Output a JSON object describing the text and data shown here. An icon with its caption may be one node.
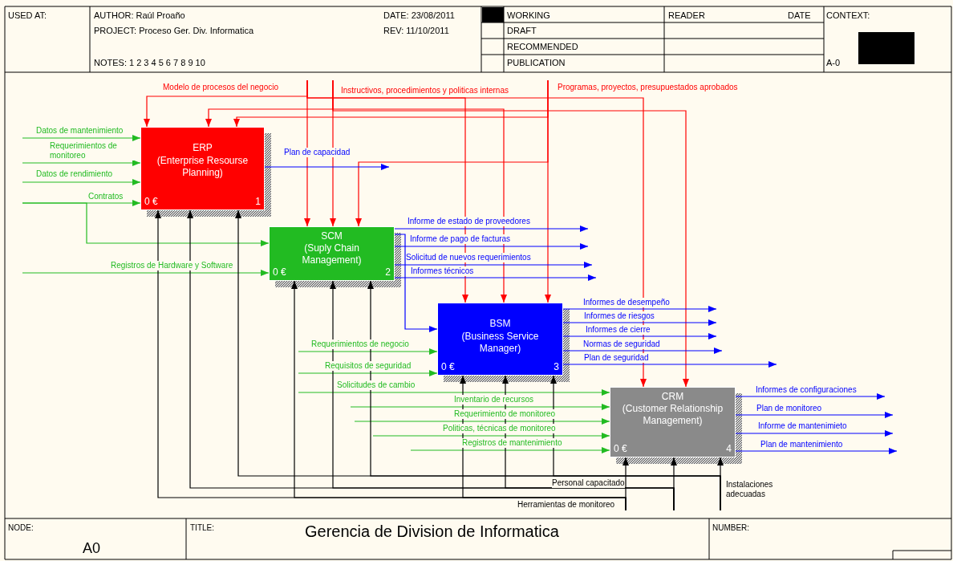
{
  "diagram": {
    "title": "Gerencia de Division de Informatica",
    "nodes": [
      {
        "text": [
          "ERP",
          "(Enterprise Resourse Planning)",
          "0 €",
          "1"
        ]
      },
      {
        "text": [
          "SCM",
          "(Suply Chain Management)",
          "0 €",
          "2"
        ]
      },
      {
        "text": [
          "BSM",
          "(Business Service Manager)",
          "0 €",
          "3"
        ]
      },
      {
        "text": [
          "CRM",
          "(Customer Relationship Management)",
          "0 €",
          "4"
        ]
      }
    ],
    "edges": [
      {
        "from": null,
        "to": 0,
        "arrow": "to",
        "label": "Modelo de procesos del negocio",
        "color": "#ff0000"
      },
      {
        "from": null,
        "to": 1,
        "arrow": "to",
        "color": "#ff0000"
      },
      {
        "from": null,
        "to": 2,
        "arrow": "to",
        "color": "#ff0000"
      },
      {
        "from": null,
        "to": 3,
        "arrow": "to",
        "color": "#ff0000"
      },
      {
        "from": null,
        "to": 0,
        "arrow": "to",
        "label": "Instructivos, procedimientos y politicas internas",
        "color": "#ff0000"
      },
      {
        "from": null,
        "to": 1,
        "arrow": "to",
        "color": "#ff0000"
      },
      {
        "from": null,
        "to": 2,
        "arrow": "to",
        "color": "#ff0000"
      },
      {
        "from": null,
        "to": 3,
        "arrow": "to",
        "color": "#ff0000"
      },
      {
        "from": null,
        "to": 0,
        "arrow": "to",
        "label": "Programas, proyectos, presupuestados aprobados",
        "color": "#ff0000"
      },
      {
        "from": null,
        "to": 1,
        "arrow": "to",
        "color": "#ff0000"
      },
      {
        "from": null,
        "to": 2,
        "arrow": "to",
        "color": "#ff0000"
      },
      {
        "from": null,
        "to": 0,
        "arrow": "to",
        "label": "Datos de mantenimiento",
        "color": "#22bb22"
      },
      {
        "from": null,
        "to": 0,
        "arrow": "to",
        "label": "Requerimientos de monitoreo",
        "color": "#22bb22"
      },
      {
        "from": null,
        "to": 0,
        "arrow": "to",
        "label": "Datos de rendimiento",
        "color": "#22bb22"
      },
      {
        "from": null,
        "to": 0,
        "arrow": "to",
        "label": "Contratos",
        "color": "#22bb22"
      },
      {
        "from": null,
        "to": 1,
        "arrow": "to",
        "color": "#22bb22"
      },
      {
        "from": null,
        "to": 1,
        "arrow": "to",
        "label": "Registros de Hardware y Software",
        "color": "#22bb22"
      },
      {
        "from": 1,
        "to": 2,
        "arrow": "to",
        "color": "#0000ff"
      },
      {
        "from": null,
        "to": 2,
        "arrow": "to",
        "label": "Requerimientos de negocio",
        "color": "#22bb22"
      },
      {
        "from": null,
        "to": 2,
        "arrow": "to",
        "label": "Requisitos de seguridad",
        "color": "#22bb22"
      },
      {
        "from": null,
        "to": 3,
        "arrow": "to",
        "label": "Solicitudes de cambio",
        "color": "#22bb22"
      },
      {
        "from": null,
        "to": 3,
        "arrow": "to",
        "label": "Inventario de recursos",
        "color": "#22bb22"
      },
      {
        "from": null,
        "to": 3,
        "arrow": "to",
        "label": "Requerimiento de monitoreo",
        "color": "#22bb22"
      },
      {
        "from": null,
        "to": 3,
        "arrow": "to",
        "label": "Politicas, técnicas de monitoreo",
        "color": "#22bb22"
      },
      {
        "from": null,
        "to": 3,
        "arrow": "to",
        "label": "Registros de mantenimiento",
        "color": "#22bb22"
      },
      {
        "from": 0,
        "to": null,
        "arrow": "to",
        "label": "Plan de capacidad",
        "color": "#0000ff"
      },
      {
        "from": 1,
        "to": null,
        "arrow": "to",
        "label": "Informe de estado de proveedores",
        "color": "#0000ff"
      },
      {
        "from": 1,
        "to": null,
        "arrow": "to",
        "label": "Informe de pago de facturas",
        "color": "#0000ff"
      },
      {
        "from": 1,
        "to": null,
        "arrow": "to",
        "label": "Solicitud de nuevos requerimientos",
        "color": "#0000ff"
      },
      {
        "from": 1,
        "to": null,
        "arrow": "to",
        "label": "Informes técnicos",
        "color": "#0000ff"
      },
      {
        "from": 2,
        "to": null,
        "arrow": "to",
        "label": "Informes de desempeño",
        "color": "#0000ff"
      },
      {
        "from": 2,
        "to": null,
        "arrow": "to",
        "label": "Informes de riesgos",
        "color": "#0000ff"
      },
      {
        "from": 2,
        "to": null,
        "arrow": "to",
        "label": "Informes de cierre",
        "color": "#0000ff"
      },
      {
        "from": 2,
        "to": null,
        "arrow": "to",
        "label": "Normas de seguridad",
        "color": "#0000ff"
      },
      {
        "from": 2,
        "to": null,
        "arrow": "to",
        "label": "Plan de seguridad",
        "color": "#0000ff"
      },
      {
        "from": 3,
        "to": null,
        "arrow": "to",
        "label": "Informes de configuraciones",
        "color": "#0000ff"
      },
      {
        "from": 3,
        "to": null,
        "arrow": "to",
        "label": "Plan de monitoreo",
        "color": "#0000ff"
      },
      {
        "from": 3,
        "to": null,
        "arrow": "to",
        "label": "Informe de mantenimieto",
        "color": "#0000ff"
      },
      {
        "from": 3,
        "to": null,
        "arrow": "to",
        "label": "Plan de mantenimiento",
        "color": "#0000ff"
      },
      {
        "from": null,
        "to": 0,
        "arrow": "to",
        "label": "Herramientas de monitoreo",
        "color": "#000000"
      },
      {
        "from": null,
        "to": 1,
        "arrow": "to",
        "color": "#000000"
      },
      {
        "from": null,
        "to": 2,
        "arrow": "to",
        "color": "#000000"
      },
      {
        "from": null,
        "to": 3,
        "arrow": "to",
        "color": "#000000"
      },
      {
        "from": null,
        "to": 0,
        "arrow": "to",
        "label": "Personal capacitado",
        "color": "#000000"
      },
      {
        "from": null,
        "to": 1,
        "arrow": "to",
        "color": "#000000"
      },
      {
        "from": null,
        "to": 2,
        "arrow": "to",
        "color": "#000000"
      },
      {
        "from": null,
        "to": 3,
        "arrow": "to",
        "color": "#000000"
      },
      {
        "from": null,
        "to": 0,
        "arrow": "to",
        "label": "Instalaciones adecuadas",
        "color": "#000000"
      },
      {
        "from": null,
        "to": 1,
        "arrow": "to",
        "color": "#000000"
      },
      {
        "from": null,
        "to": 2,
        "arrow": "to",
        "color": "#000000"
      },
      {
        "from": null,
        "to": 3,
        "arrow": "to",
        "color": "#000000"
      }
    ],
    "labels": [
      "USED AT:",
      "AUTHOR: Raúl Proaño",
      "DATE: 23/08/2011",
      "WORKING",
      "READER",
      "DATE",
      "CONTEXT:",
      "PROJECT: Proceso Ger. Div. Informatica",
      "REV: 11/10/2011",
      "DRAFT",
      "RECOMMENDED",
      "NOTES: 1 2 3 4 5 6 7 8 9 10",
      "PUBLICATION",
      "A-0",
      "NODE:",
      "A0",
      "TITLE:",
      "NUMBER:"
    ]
  }
}
